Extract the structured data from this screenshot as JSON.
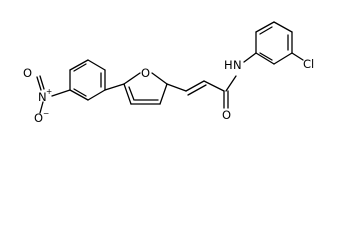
{
  "molecule": {
    "atom_labels": {
      "furan_oxygen": "O",
      "amide_nitrogen": "N",
      "amide_hydrogen": "H",
      "carbonyl_oxygen": "O",
      "chlorine": "Cl",
      "nitro_nitrogen": "N",
      "nitro_nitrogen_charge": "+",
      "nitro_oxygen_top": "O",
      "nitro_oxygen_bottom": "O",
      "nitro_oxygen_bottom_charge": "−"
    }
  }
}
